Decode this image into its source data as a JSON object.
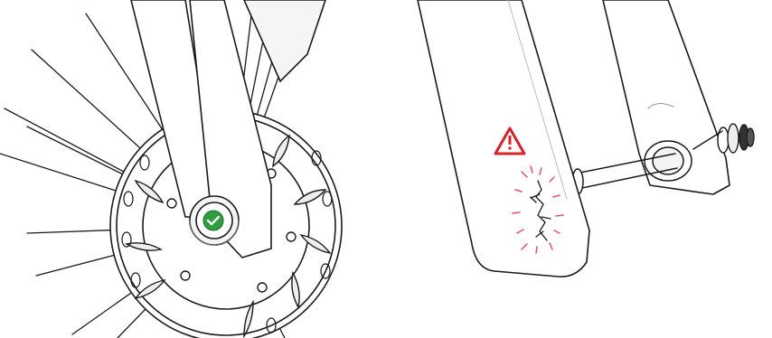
{
  "panels": [
    {
      "id": "left",
      "status": "ok",
      "badge_icon": "checkmark-icon"
    },
    {
      "id": "right",
      "status": "warning",
      "badge_icon": "warning-triangle-icon"
    }
  ],
  "colors": {
    "ok_badge": "#2e9e3e",
    "warning": "#d4232b",
    "crack_marks": "#e0525a",
    "line_art": "#1a1a1a",
    "fill": "#ffffff",
    "shadow": "#d9d9d9"
  }
}
